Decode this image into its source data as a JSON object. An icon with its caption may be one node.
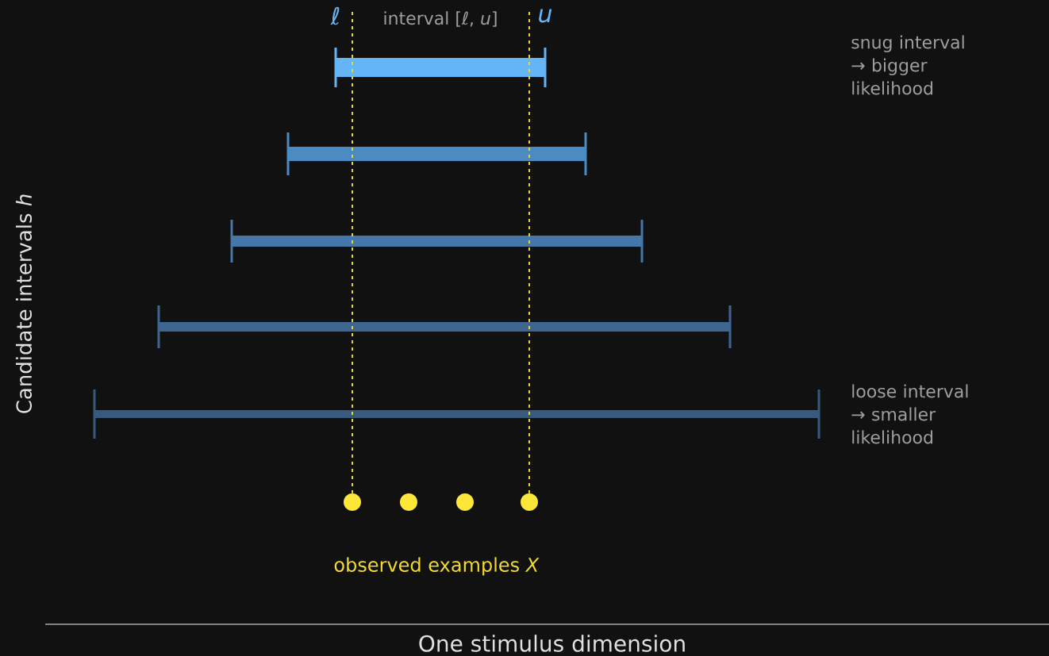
{
  "diagram": {
    "nodes": [
      {
        "text": [],
        "shape": "bar"
      },
      {
        "text": [],
        "shape": "bar"
      },
      {
        "text": [],
        "shape": "bar"
      },
      {
        "text": [],
        "shape": "bar"
      },
      {
        "text": [],
        "shape": "bar"
      },
      {
        "text": [],
        "shape": "circle"
      },
      {
        "text": [],
        "shape": "circle"
      },
      {
        "text": [],
        "shape": "circle"
      },
      {
        "text": [],
        "shape": "circle"
      }
    ],
    "edges": [
      {
        "from": null,
        "to": 5,
        "arrow": "none",
        "style": "dashed",
        "color": "#e8d42a"
      },
      {
        "from": null,
        "to": 8,
        "arrow": "none",
        "style": "dashed",
        "color": "#e8d42a"
      }
    ],
    "labels": [
      "ℓ",
      "interval [*ℓ*, *u*]",
      "u",
      "snug interval → bigger likelihood",
      "loose interval → smaller likelihood",
      "observed examples *X*",
      "Candidate intervals *h*",
      "One stimulus dimension"
    ]
  }
}
